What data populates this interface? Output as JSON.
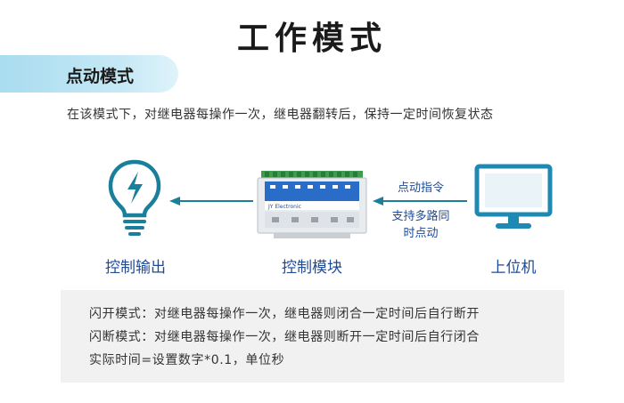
{
  "title": "工作模式",
  "section": {
    "label": "点动模式"
  },
  "description": "在该模式下，对继电器每操作一次，继电器翻转后，保持一定时间恢复状态",
  "diagram": {
    "left_label": "控制输出",
    "center_label": "控制模块",
    "right_label": "上位机",
    "arrow_text_line1": "点动指令",
    "arrow_text_line2": "支持多路同",
    "arrow_text_line3": "时点动",
    "module_brand": "JY Electronic"
  },
  "notes": [
    "闪开模式：对继电器每操作一次，继电器则闭合一定时间后自行断开",
    "闪断模式：对继电器每操作一次，继电器则断开一定时间后自行闭合",
    "实际时间=设置数字*0.1，单位秒"
  ],
  "colors": {
    "accent_blue": "#1f4a96",
    "teal": "#1a7f9a",
    "tab_bg": "#b8e3f3",
    "monitor_blue": "#1e8ab3"
  }
}
